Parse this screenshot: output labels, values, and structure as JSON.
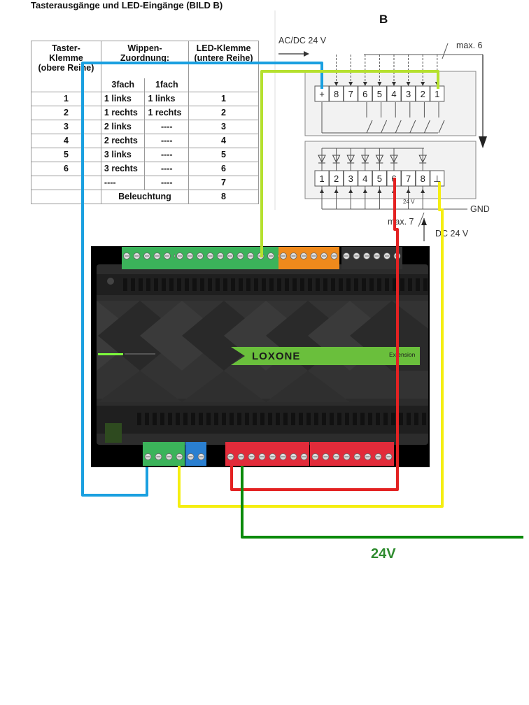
{
  "title": "Tasterausgänge und LED-Eingänge (BILD B)",
  "table": {
    "header_col1": [
      "Taster-",
      "Klemme",
      "(obere Reihe)"
    ],
    "header_col2": [
      "Wippen-",
      "Zuordnung:"
    ],
    "header_col4": [
      "LED-Klemme",
      "(untere Reihe)"
    ],
    "sub_3fach": "3fach",
    "sub_1fach": "1fach",
    "rows": [
      {
        "taster": "1",
        "fach3": "1 links",
        "fach1": "1 links",
        "led": "1"
      },
      {
        "taster": "2",
        "fach3": "1 rechts",
        "fach1": "1 rechts",
        "led": "2"
      },
      {
        "taster": "3",
        "fach3": "2 links",
        "fach1": "----",
        "led": "3"
      },
      {
        "taster": "4",
        "fach3": "2 rechts",
        "fach1": "----",
        "led": "4"
      },
      {
        "taster": "5",
        "fach3": "3 links",
        "fach1": "----",
        "led": "5"
      },
      {
        "taster": "6",
        "fach3": "3 rechts",
        "fach1": "----",
        "led": "6"
      },
      {
        "taster": "",
        "fach3": "----",
        "fach1": "----",
        "led": "7"
      }
    ],
    "last_row_label": "Beleuchtung",
    "last_row_led": "8"
  },
  "schematic": {
    "label_b": "B",
    "acdc_label": "AC/DC 24 V",
    "max6_label": "max. 6",
    "upper_terminals": [
      "+",
      "8",
      "7",
      "6",
      "5",
      "4",
      "3",
      "2",
      "1"
    ],
    "lower_terminals": [
      "1",
      "2",
      "3",
      "4",
      "5",
      "6",
      "7",
      "8",
      "⊥"
    ],
    "label_24v_small": "24 V",
    "gnd_label": "GND",
    "max7_label": "max. 7",
    "dc24_label": "DC 24 V"
  },
  "device": {
    "brand": "LOXONE",
    "model": "Extension"
  },
  "wire_label_24v": "24V",
  "colors": {
    "wire_blue": "#1aa0e0",
    "wire_lime": "#b5e02e",
    "wire_red": "#e32222",
    "wire_yellow": "#f5ee10",
    "wire_green": "#0a8a0a",
    "terminal_green": "#3bb35a",
    "terminal_orange": "#f08a1c",
    "terminal_blue": "#2a7fd0",
    "terminal_red": "#e22b3a",
    "device_body": "#2c2c2c",
    "loxone_green": "#6abf3c"
  }
}
